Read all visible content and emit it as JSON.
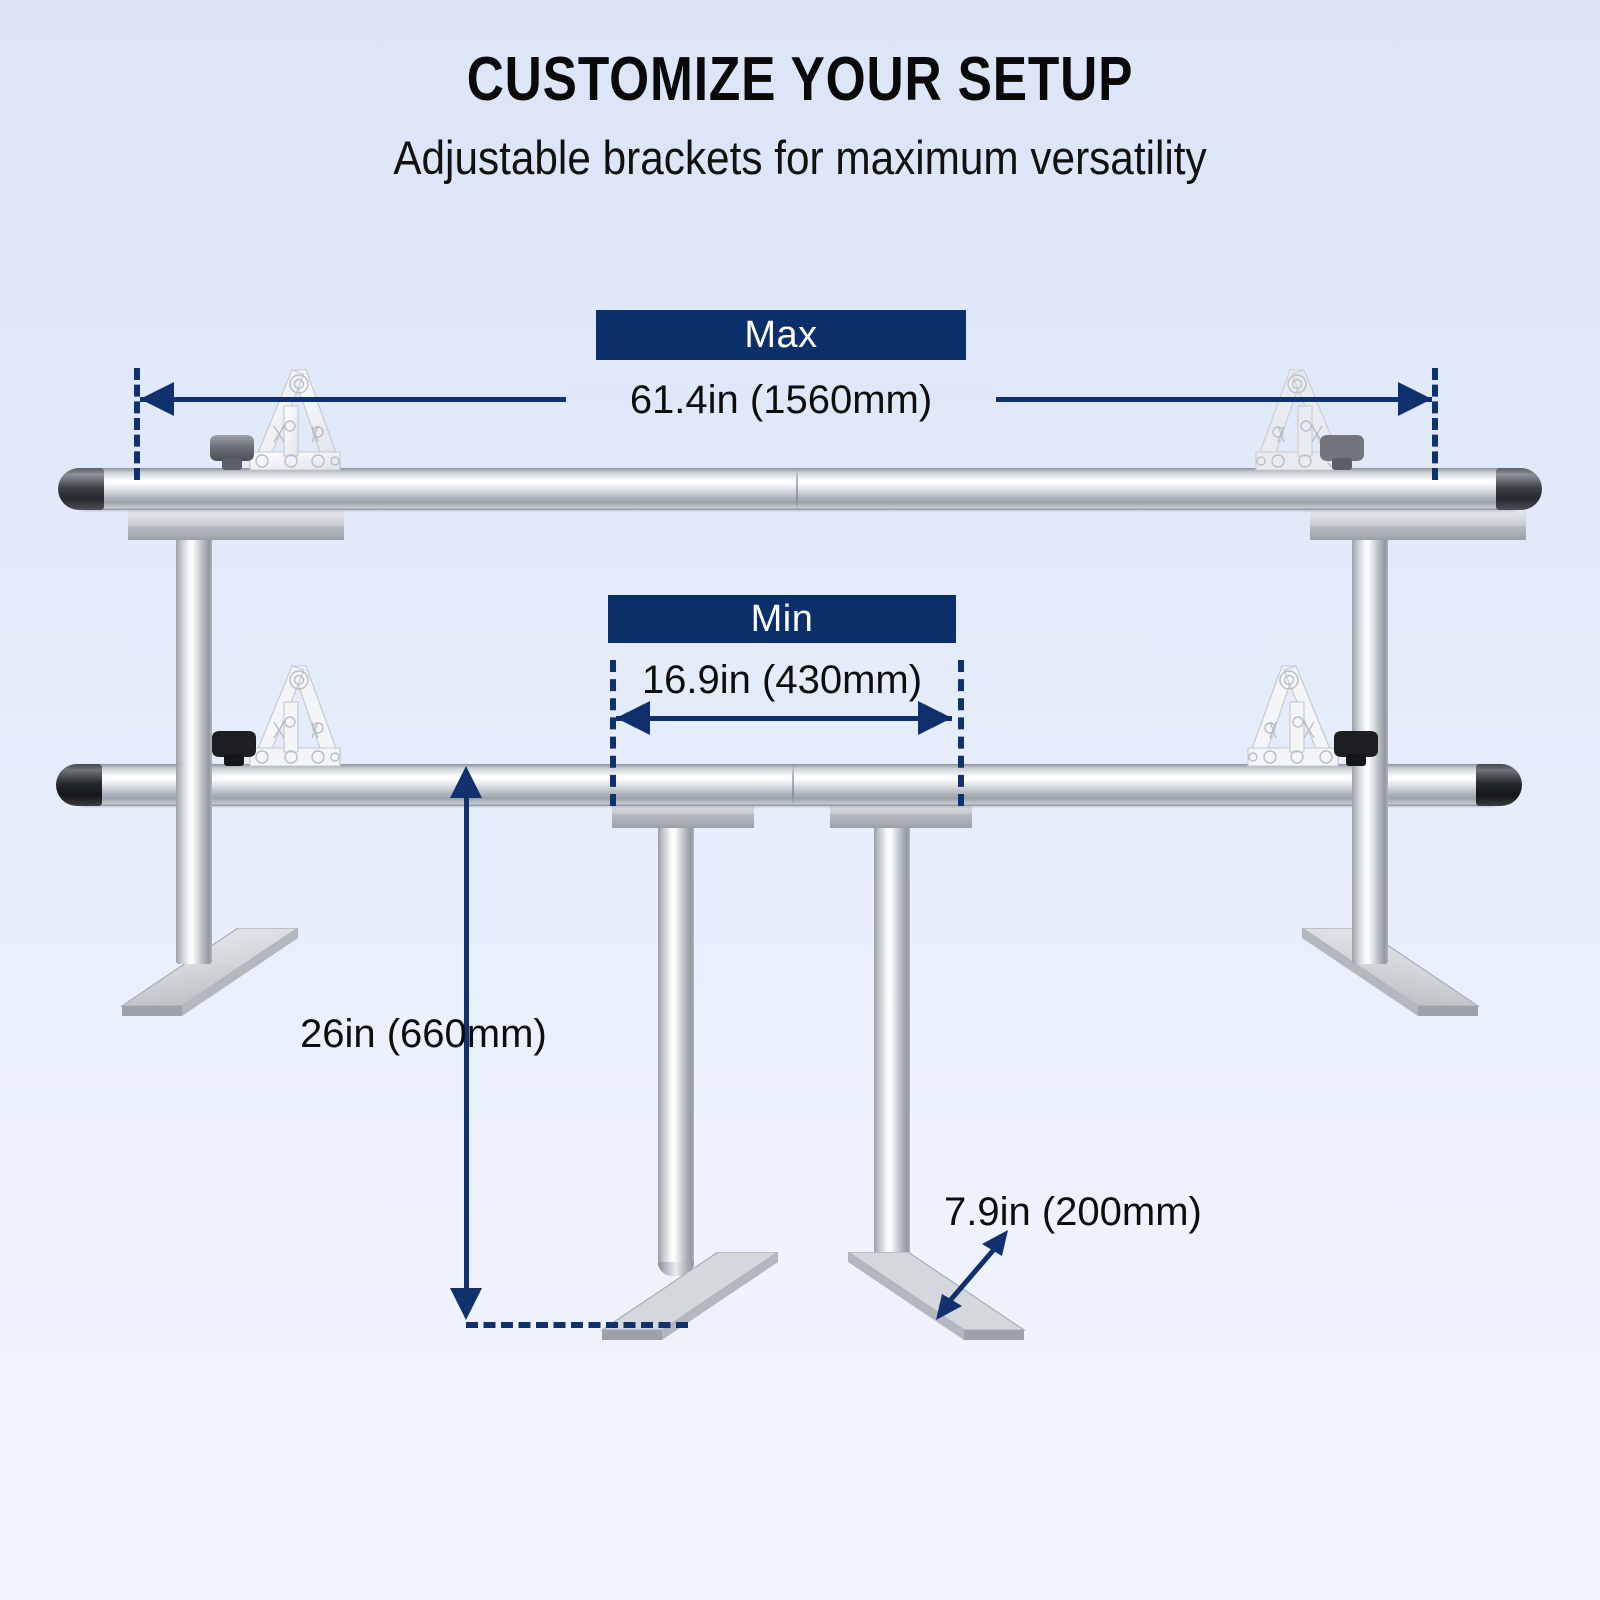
{
  "header": {
    "title": "CUSTOMIZE YOUR SETUP",
    "subtitle": "Adjustable brackets for maximum versatility"
  },
  "colors": {
    "badge_bg": "#0b2f6b",
    "dimension_line": "#10306e",
    "text": "#0d0d0d",
    "background_top": "#dbe5f7",
    "background_bottom": "#f2f5fe",
    "rail_metal": "#c9ced4",
    "end_cap": "#2a2d31",
    "knob": "#1e2023"
  },
  "dimensions": {
    "max": {
      "badge_label": "Max",
      "value": "61.4in (1560mm)",
      "inches": 61.4,
      "millimeters": 1560,
      "orientation": "horizontal"
    },
    "min": {
      "badge_label": "Min",
      "value": "16.9in (430mm)",
      "inches": 16.9,
      "millimeters": 430,
      "orientation": "horizontal"
    },
    "height": {
      "value": "26in (660mm)",
      "inches": 26,
      "millimeters": 660,
      "orientation": "vertical"
    },
    "depth": {
      "value": "7.9in (200mm)",
      "inches": 7.9,
      "millimeters": 200,
      "orientation": "diagonal"
    }
  },
  "product": {
    "upper_assembly_label": "max-extension-rail-assembly",
    "lower_assembly_label": "min-extension-rail-assembly",
    "parts": [
      "telescoping-rail",
      "rail-end-cap",
      "adjustable-triangle-bracket",
      "locking-knob",
      "mounting-plate",
      "support-leg",
      "base-foot"
    ]
  }
}
